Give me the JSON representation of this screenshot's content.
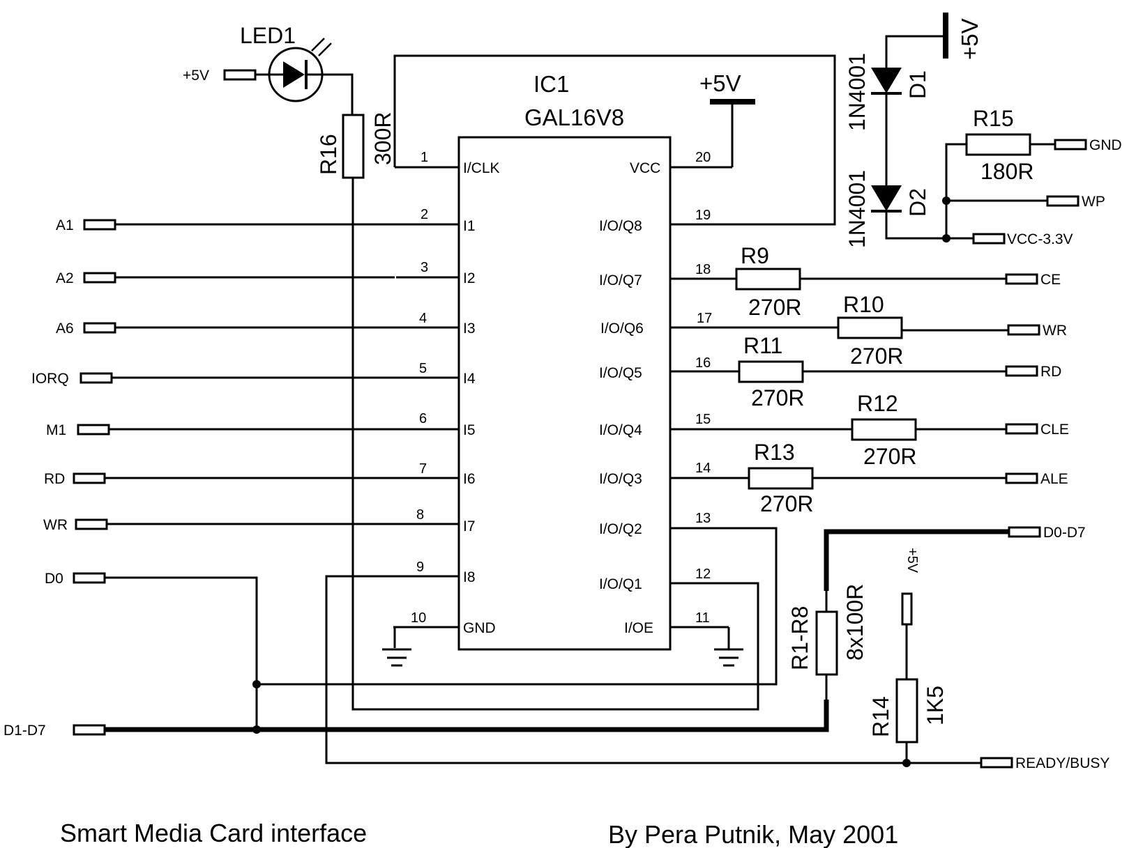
{
  "ic": {
    "ref": "IC1",
    "part": "GAL16V8",
    "vcc_supply": "+5V"
  },
  "pins_left": [
    {
      "num": "1",
      "name": "I/CLK"
    },
    {
      "num": "2",
      "name": "I1"
    },
    {
      "num": "3",
      "name": "I2"
    },
    {
      "num": "4",
      "name": "I3"
    },
    {
      "num": "5",
      "name": "I4"
    },
    {
      "num": "6",
      "name": "I5"
    },
    {
      "num": "7",
      "name": "I6"
    },
    {
      "num": "8",
      "name": "I7"
    },
    {
      "num": "9",
      "name": "I8"
    },
    {
      "num": "10",
      "name": "GND"
    }
  ],
  "pins_right": [
    {
      "num": "20",
      "name": "VCC"
    },
    {
      "num": "19",
      "name": "I/O/Q8"
    },
    {
      "num": "18",
      "name": "I/O/Q7"
    },
    {
      "num": "17",
      "name": "I/O/Q6"
    },
    {
      "num": "16",
      "name": "I/O/Q5"
    },
    {
      "num": "15",
      "name": "I/O/Q4"
    },
    {
      "num": "14",
      "name": "I/O/Q3"
    },
    {
      "num": "13",
      "name": "I/O/Q2"
    },
    {
      "num": "12",
      "name": "I/O/Q1"
    },
    {
      "num": "11",
      "name": "I/OE"
    }
  ],
  "left_connectors": [
    "A1",
    "A2",
    "A6",
    "IORQ",
    "M1",
    "RD",
    "WR",
    "D0",
    "D1-D7"
  ],
  "right_connectors": [
    "CE",
    "WR",
    "RD",
    "CLE",
    "ALE",
    "D0-D7",
    "READY/BUSY",
    "GND",
    "WP",
    "VCC-3.3V"
  ],
  "led": {
    "ref": "LED1",
    "supply": "+5V"
  },
  "resistors": {
    "r16": {
      "ref": "R16",
      "value": "300R"
    },
    "r9": {
      "ref": "R9",
      "value": "270R"
    },
    "r10": {
      "ref": "R10",
      "value": "270R"
    },
    "r11": {
      "ref": "R11",
      "value": "270R"
    },
    "r12": {
      "ref": "R12",
      "value": "270R"
    },
    "r13": {
      "ref": "R13",
      "value": "270R"
    },
    "r15": {
      "ref": "R15",
      "value": "180R"
    },
    "r1r8": {
      "ref": "R1-R8",
      "value": "8x100R"
    },
    "r14": {
      "ref": "R14",
      "value": "1K5"
    }
  },
  "diodes": {
    "d1": {
      "ref": "D1",
      "part": "1N4001"
    },
    "d2": {
      "ref": "D2",
      "part": "1N4001"
    },
    "supply": "+5V"
  },
  "pullup_supply": "+5V",
  "footer": {
    "title": "Smart Media Card interface",
    "credit": "By Pera Putnik, May 2001"
  }
}
